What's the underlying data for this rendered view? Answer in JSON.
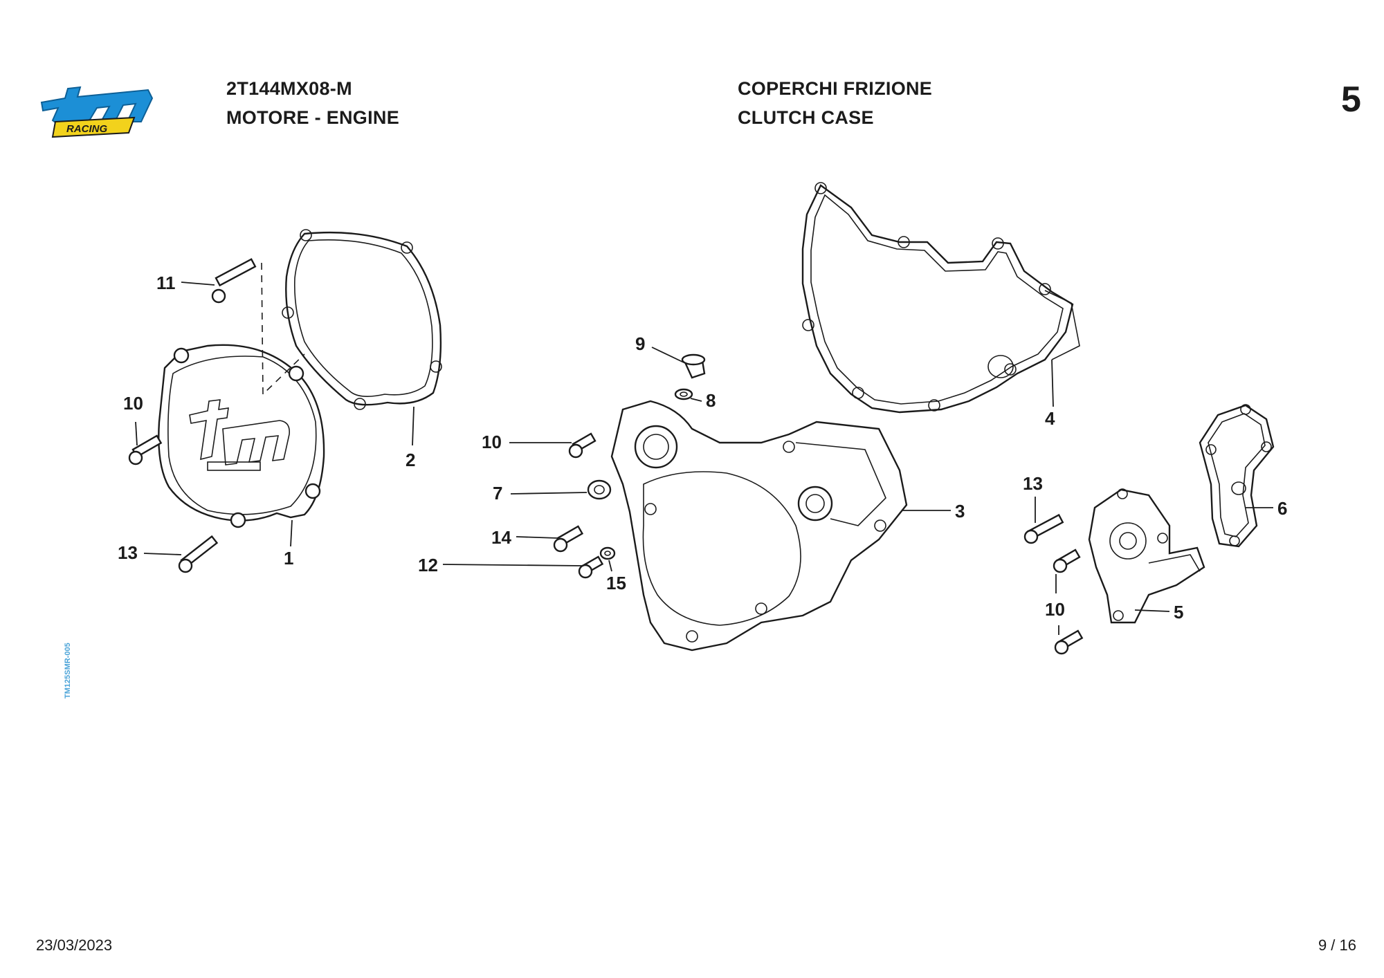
{
  "header": {
    "model": "2T144MX08-M",
    "engine": "MOTORE - ENGINE",
    "title_it": "COPERCHI FRIZIONE",
    "title_en": "CLUTCH CASE",
    "plate_number": "5"
  },
  "logo": {
    "text": "tm",
    "sub": "RACING",
    "brand_color": "#1c8fd6",
    "accent_color": "#f2d21c"
  },
  "side_code": "TM125SMR-005",
  "footer": {
    "date": "23/03/2023",
    "page": "9 / 16"
  },
  "callouts": {
    "c11a": "11",
    "c10a": "10",
    "c13a": "13",
    "c1": "1",
    "c2": "2",
    "c9": "9",
    "c8": "8",
    "c10b": "10",
    "c7": "7",
    "c14": "14",
    "c12": "12",
    "c15": "15",
    "c3": "3",
    "c4": "4",
    "c13b": "13",
    "c10c": "10",
    "c5": "5",
    "c6": "6"
  },
  "colors": {
    "line": "#1b1b1b",
    "side_code": "#4aa3d8"
  }
}
